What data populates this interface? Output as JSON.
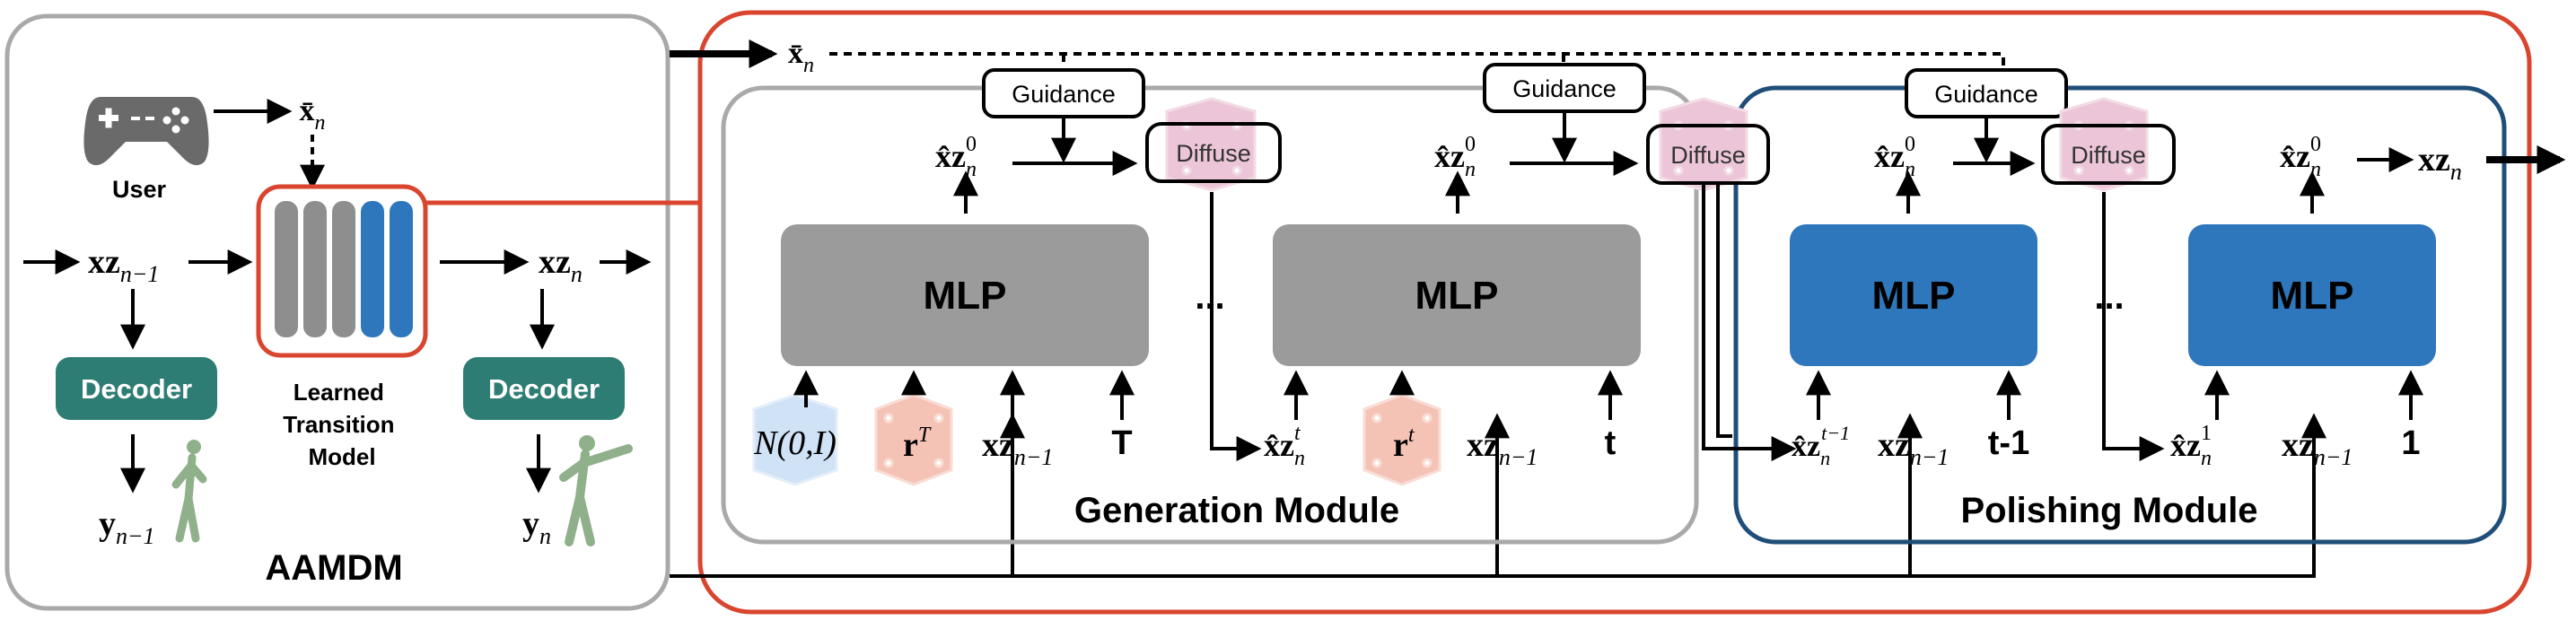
{
  "left_panel": {
    "user_label": "User",
    "xbar_n": "x̄",
    "xbar_sub": "n",
    "xz_prev": "xz",
    "xz_prev_sub": "n−1",
    "xz_n": "xz",
    "xz_n_sub": "n",
    "decoder_left": "Decoder",
    "decoder_right": "Decoder",
    "learned_transition_model": [
      "Learned",
      "Transition",
      "Model"
    ],
    "y_prev": "y",
    "y_prev_sub": "n−1",
    "y_n": "y",
    "y_n_sub": "n",
    "title": "AAMDM"
  },
  "pipeline": {
    "xbar_n": "x̄",
    "xbar_sub": "n",
    "output": "xz",
    "output_sub": "n"
  },
  "generation_module": {
    "title": "Generation Module",
    "guidance_1": "Guidance",
    "guidance_2": "Guidance",
    "diffuse_1": "Diffuse",
    "diffuse_2": "Diffuse",
    "mlp_1": "MLP",
    "mlp_2": "MLP",
    "ellipsis": "...",
    "xz0_1": "x̂z",
    "xz0_1_sub": "n",
    "xz0_1_sup": "0",
    "xz0_2": "x̂z",
    "xz0_2_sub": "n",
    "xz0_2_sup": "0",
    "noise": "N(0,I)",
    "rT": "r",
    "rT_sup": "T",
    "rt": "r",
    "rt_sup": "t",
    "xz_prev_1": "xz",
    "xz_prev_1_sub": "n−1",
    "xz_prev_2": "xz",
    "xz_prev_2_sub": "n−1",
    "T": "T",
    "t": "t",
    "xzt": "x̂z",
    "xzt_sub": "n",
    "xzt_sup": "t"
  },
  "polishing_module": {
    "title": "Polishing Module",
    "guidance": "Guidance",
    "diffuse": "Diffuse",
    "mlp_1": "MLP",
    "mlp_2": "MLP",
    "ellipsis": "...",
    "xz0_1": "x̂z",
    "xz0_1_sub": "n",
    "xz0_1_sup": "0",
    "xz0_2": "x̂z",
    "xz0_2_sub": "n",
    "xz0_2_sup": "0",
    "xzt1": "x̂z",
    "xzt1_sub": "n",
    "xzt1_sup": "t−1",
    "xz_prev_1": "xz",
    "xz_prev_1_sub": "n−1",
    "xz_prev_2": "xz",
    "xz_prev_2_sub": "n−1",
    "t_minus_1": "t-1",
    "xz1": "x̂z",
    "xz1_sub": "n",
    "xz1_sup": "1",
    "one": "1"
  },
  "colors": {
    "gray_mlp": "#9b9b9b",
    "blue_mlp": "#2f77bd",
    "teal_decoder": "#2e7d74",
    "red_frame": "#d9452e",
    "navy_frame": "#1f4e79",
    "gray_frame": "#999999",
    "dice_pink": "#ecc6d8",
    "dice_red": "#f4c3b6",
    "dice_blue": "#cfe2f6"
  }
}
